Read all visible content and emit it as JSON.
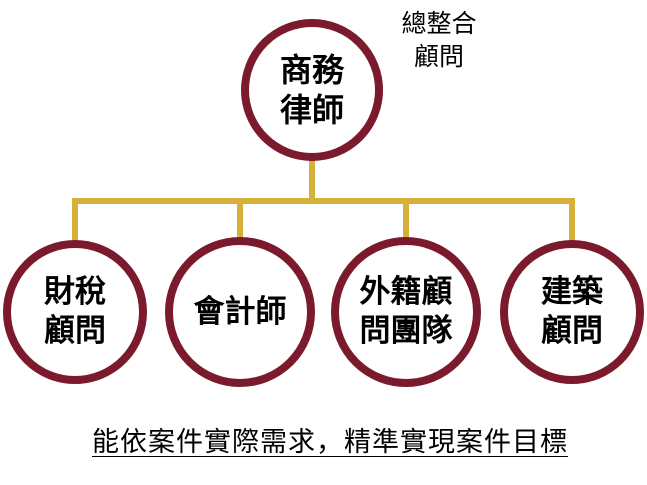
{
  "colors": {
    "circle_border": "#7b1a2c",
    "connector": "#d6b13a",
    "text": "#000000"
  },
  "diagram": {
    "top_node": {
      "line1": "商務",
      "line2": "律師"
    },
    "side_note": {
      "line1": "總整合",
      "line2": "顧問"
    },
    "children": [
      {
        "line1": "財稅",
        "line2": "顧問"
      },
      {
        "line1": "會計師",
        "line2": ""
      },
      {
        "line1": "外籍顧",
        "line2": "問團隊"
      },
      {
        "line1": "建築",
        "line2": "顧問"
      }
    ]
  },
  "caption": "能依案件實際需求，精準實現案件目標"
}
